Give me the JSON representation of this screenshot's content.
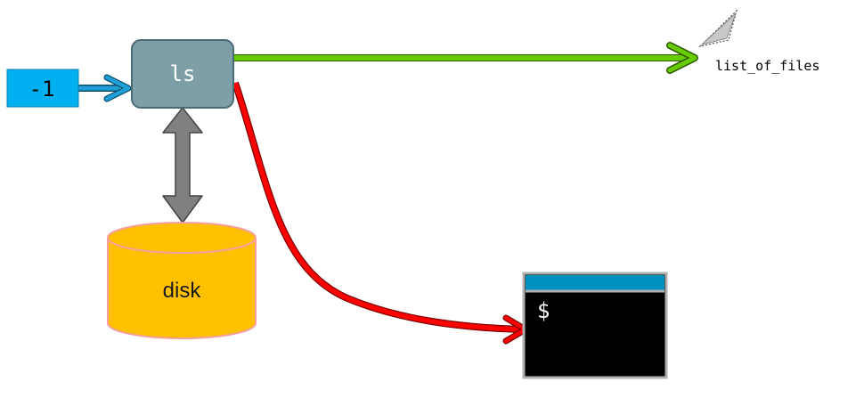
{
  "input_arg": {
    "label": "-1"
  },
  "command": {
    "label": "ls"
  },
  "storage": {
    "label": "disk"
  },
  "output_file": {
    "label": "list_of_files"
  },
  "terminal": {
    "prompt": "$"
  },
  "colors": {
    "arg_box": "#00b0f0",
    "command_box": "#7f9fa8",
    "disk": "#ffc000",
    "stdout_arrow": "#66cc00",
    "stderr_arrow": "#ff0000",
    "io_arrow": "#808080",
    "input_arrow": "#1f9fd6",
    "terminal_title": "#0090c0",
    "terminal_body": "#000000"
  }
}
